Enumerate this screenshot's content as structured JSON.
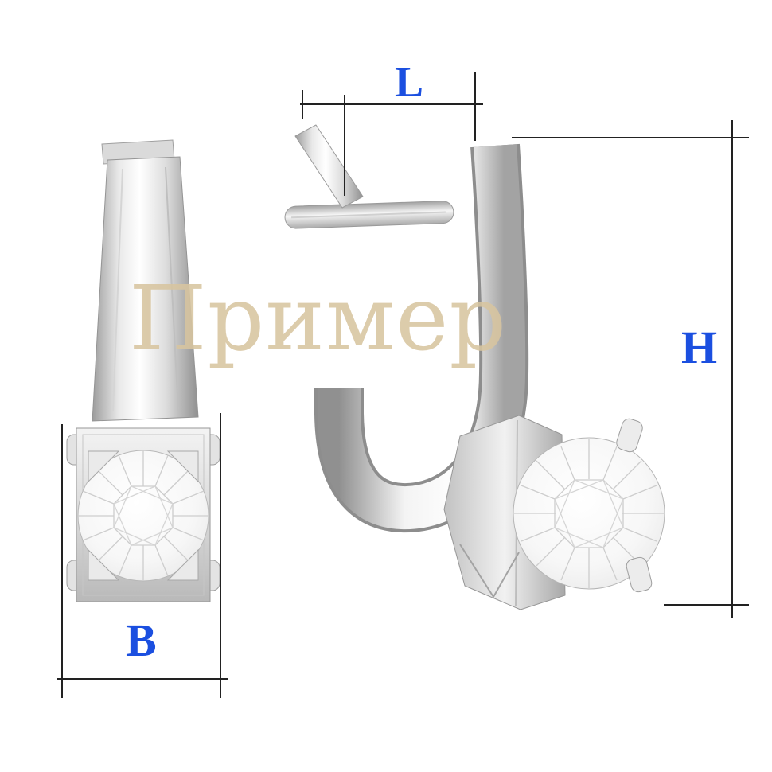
{
  "watermark": {
    "text": "Пример",
    "color": "#d8c5a0"
  },
  "dimensions": {
    "label_color": "#1b4fe0",
    "line_color": "#222222",
    "L": {
      "label": "L"
    },
    "H": {
      "label": "H"
    },
    "B": {
      "label": "B"
    }
  },
  "artwork": {
    "metal_color": "#d9d9d9",
    "diamond_color": "#f4f4f4",
    "background": "#ffffff"
  }
}
